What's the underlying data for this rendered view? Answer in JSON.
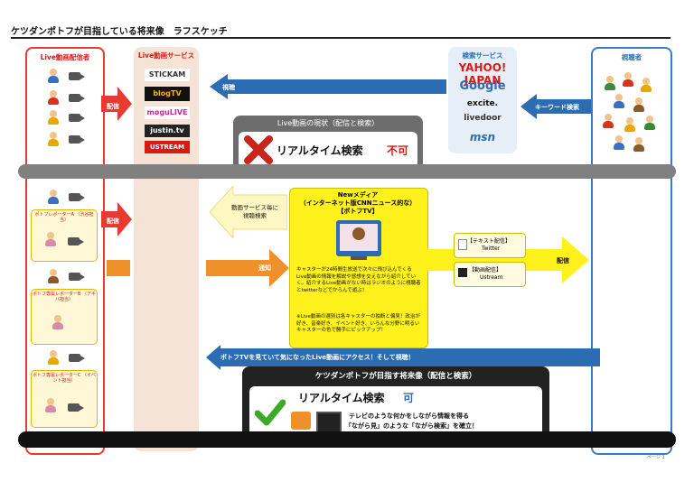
{
  "title": "ケツダンポトフが目指している将来像　ラフスケッチ",
  "columns": {
    "live_streamers": "Live動画配信者",
    "live_services": "Live動画サービス",
    "search_services": "検索サービス",
    "viewers": "視聴者"
  },
  "live_service_logos": [
    "STICKAM",
    "blogTV",
    "moguLIVE",
    "justin.tv",
    "USTREAM"
  ],
  "search_logos": [
    "YAHOO! JAPAN",
    "Google",
    "excite.",
    "livedoor",
    "msn"
  ],
  "arrows": {
    "haishin_top": "配信",
    "shichou": "視聴",
    "keyword": "キーワード検索",
    "haishin_mid": "配信",
    "tsuuchi": "通知",
    "haishin_right": "配信",
    "access": "ポトフTVを見ていて気になったLive動画にアクセス！そして視聴！"
  },
  "status": {
    "header": "Live動画の現状（配信と検索）",
    "realtime": "リアルタイム検索",
    "verdict": "不可"
  },
  "service_search": "動画サービス毎に\n視聴検索",
  "new_media": {
    "title_line1": "Newメディア",
    "title_line2": "（インターネット版CNNニュース的な）",
    "title_line3": "【ポトフTV】",
    "body1": "キャスターが24時間生放送で次々に飛び込んでくるLive動画の情報を解説や感想を交えながら紹介していく。紹介するLive動画がない時はラジオのように視聴者とtwitterなどでからんで遊ぶ！",
    "body2": "※Live動画の選別は各キャスターの独断と偏見！政治が好き、音楽好き、イベント好き、いろんな分野に明るいキャスターの色で勝手にピックアップ！"
  },
  "distribution": {
    "text_label": "【テキスト配信】",
    "text_service": "Twitter",
    "video_label": "【動画配信】",
    "video_service": "Ustream"
  },
  "reporters": [
    {
      "label": "ポトフレポーターA\n（渋谷担当）"
    },
    {
      "label": "ポトフ専属レポーターB\n（アキバ担当）"
    },
    {
      "label": "ポトフ専属レポーターC\n（イベント担当）"
    }
  ],
  "future": {
    "header": "ケツダンポトフが目指す将来像（配信と検索）",
    "realtime": "リアルタイム検索",
    "verdict": "可",
    "line1": "テレビのような何かをしながら情報を得る",
    "line2": "「ながら見」のような「ながら検索」を確立！"
  },
  "page_label": "ページ 1",
  "colors": {
    "red": "#e83a2f",
    "blue": "#2b6cb3",
    "orange": "#f0902a",
    "yellow": "#fff21c",
    "green": "#3ea829"
  }
}
